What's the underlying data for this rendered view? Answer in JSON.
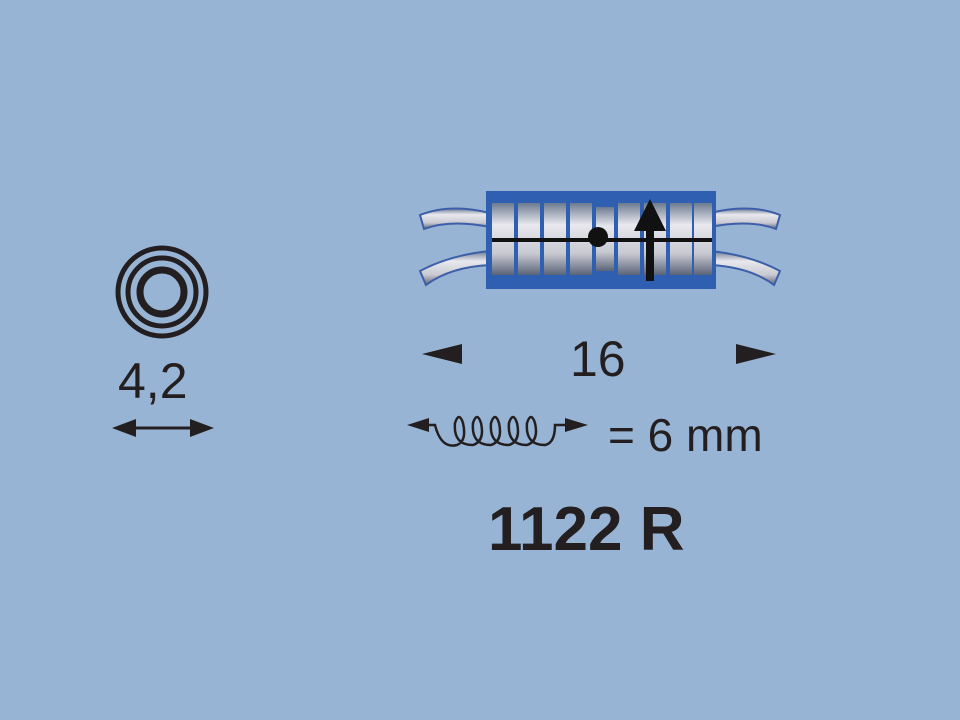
{
  "diameter": {
    "label": "4,2"
  },
  "length": {
    "label": "16"
  },
  "pitch": {
    "label": "= 6 mm",
    "icon": "spring-icon"
  },
  "model": {
    "label": "1122 R"
  },
  "colors": {
    "background": "#98b4d4",
    "ink": "#231f20",
    "part_blue": "#2f5fb0"
  }
}
